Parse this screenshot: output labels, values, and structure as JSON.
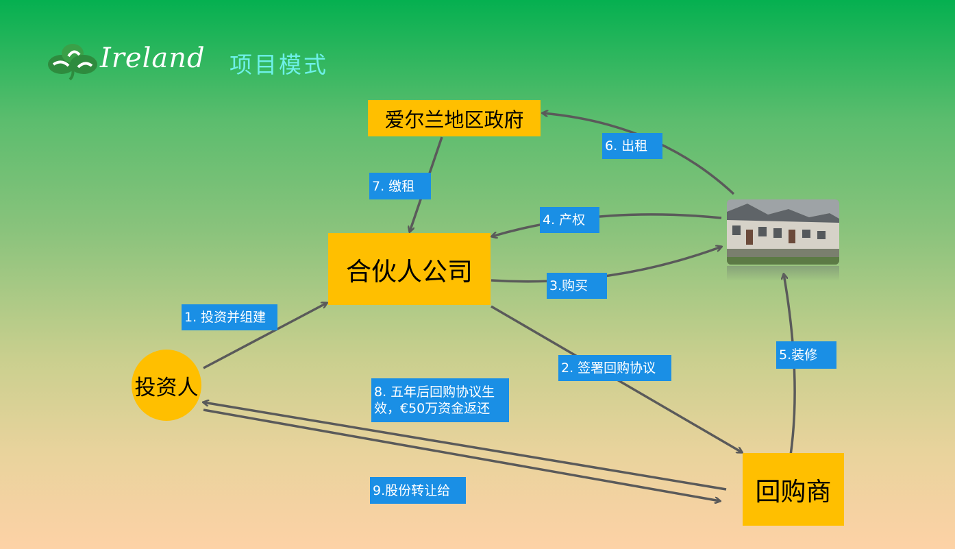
{
  "header": {
    "logo_text": "Ireland",
    "title": "项目模式"
  },
  "nodes": {
    "government": "爱尔兰地区政府",
    "partner_company": "合伙人公司",
    "investor": "投资人",
    "buyback": "回购商"
  },
  "edges": {
    "e1": "1. 投资并组建",
    "e2": "2. 签署回购协议",
    "e3": "3.购买",
    "e4": "4. 产权",
    "e5": "5.装修",
    "e6": "6. 出租",
    "e7": "7. 缴租",
    "e8": "8. 五年后回购协议生\n效，€50万资金返还",
    "e9": "9.股份转让给"
  },
  "colors": {
    "node_fill": "#ffbf00",
    "label_fill": "#1a8fe5",
    "arrow": "#5a5a5a",
    "title_color": "#6ef0e8"
  }
}
